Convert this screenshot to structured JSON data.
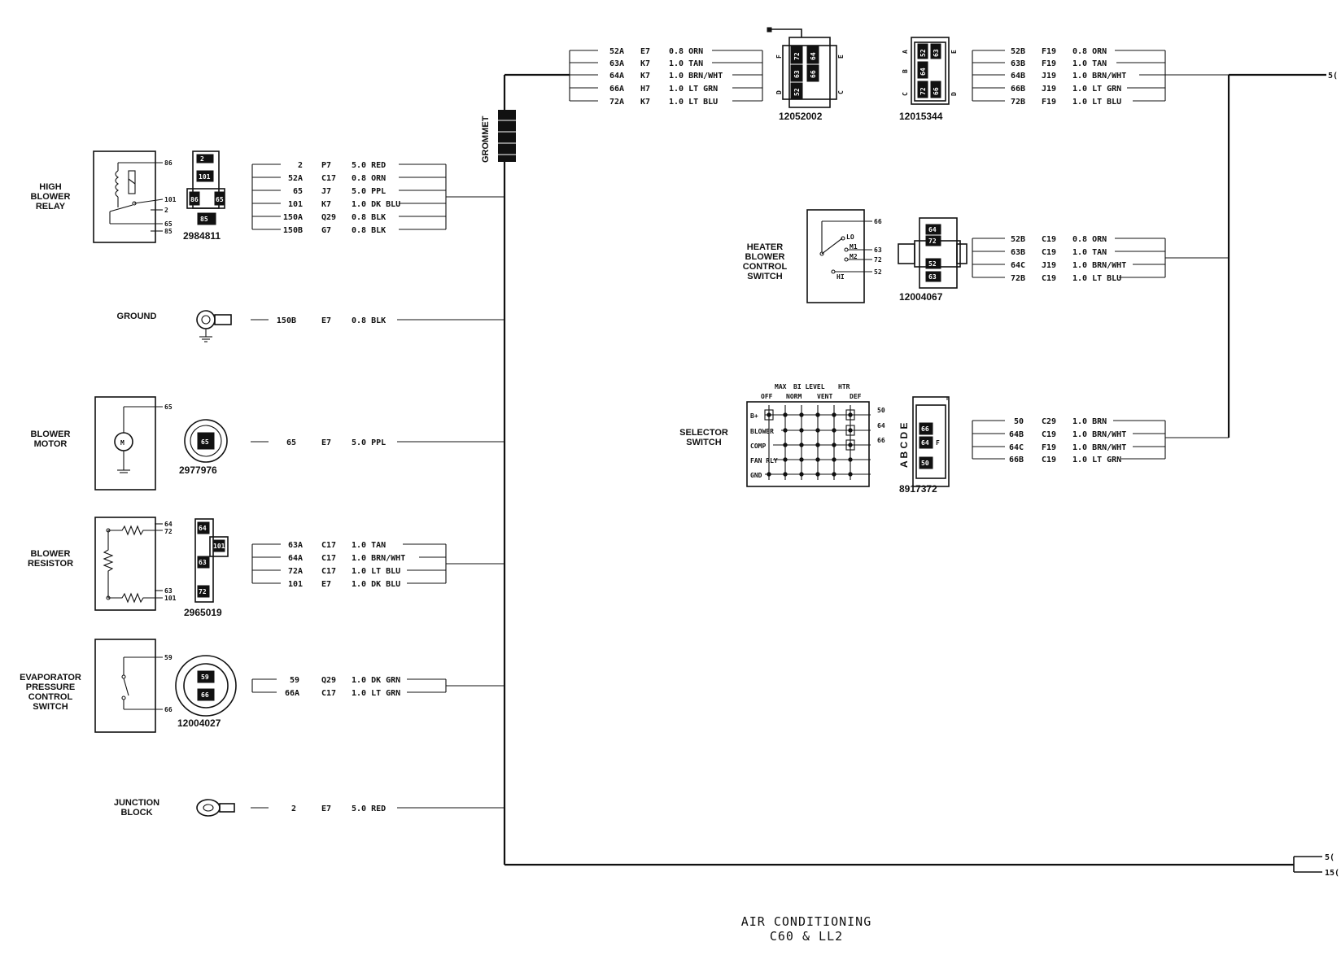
{
  "title": {
    "line1": "AIR CONDITIONING",
    "line2": "C60 & LL2"
  },
  "grommet": "GROMMET",
  "offpage": {
    "top": "5(",
    "bottom1": "5(",
    "bottom2": "15("
  },
  "components": {
    "high_blower_relay": {
      "label": [
        "HIGH",
        "BLOWER",
        "RELAY"
      ],
      "part": "2984811",
      "pins": [
        "2",
        "101",
        "85",
        "86"
      ]
    },
    "ground": {
      "label": [
        "GROUND"
      ]
    },
    "blower_motor": {
      "label": [
        "BLOWER",
        "MOTOR"
      ],
      "part": "2977976",
      "pins": [
        "65"
      ]
    },
    "blower_resistor": {
      "label": [
        "BLOWER",
        "RESISTOR"
      ],
      "part": "2965019",
      "pins": [
        "64",
        "72",
        "63",
        "101"
      ]
    },
    "evap_switch": {
      "label": [
        "EVAPORATOR",
        "PRESSURE",
        "CONTROL",
        "SWITCH"
      ],
      "part": "12004027",
      "pins": [
        "59",
        "66"
      ]
    },
    "junction_block": {
      "label": [
        "JUNCTION",
        "BLOCK"
      ]
    },
    "conn_top1": {
      "part": "12052002",
      "pins": [
        "72",
        "64",
        "63",
        "66",
        "52"
      ],
      "letters": [
        "F",
        "E",
        "D",
        "C"
      ]
    },
    "conn_top2": {
      "part": "12015344",
      "pins": [
        "52",
        "63",
        "64",
        "72",
        "66"
      ],
      "letters": [
        "A",
        "B",
        "C",
        "D",
        "E"
      ]
    },
    "heater_switch": {
      "label": [
        "HEATER",
        "BLOWER",
        "CONTROL",
        "SWITCH"
      ],
      "part": "12004067",
      "pos": [
        "LO",
        "M1",
        "M2",
        "HI"
      ],
      "pins": [
        "66",
        "63",
        "72",
        "52"
      ],
      "cpins": [
        "64",
        "72",
        "52",
        "63"
      ]
    },
    "selector_switch": {
      "label": [
        "SELECTOR",
        "SWITCH"
      ],
      "part": "8917372",
      "modes_top": [
        "MAX",
        "BI LEVEL",
        "HTR"
      ],
      "modes_bot": [
        "OFF",
        "NORM",
        "VENT",
        "DEF"
      ],
      "rows": [
        "B+",
        "BLOWER",
        "COMP",
        "FAN RLY",
        "GND"
      ],
      "pins": [
        "50",
        "64",
        "66"
      ],
      "letters": [
        "A",
        "B",
        "C",
        "D",
        "E"
      ],
      "cpins": [
        "66",
        "64",
        "50"
      ]
    }
  },
  "wires": {
    "relay": [
      [
        "2",
        "P7",
        "5.0 RED"
      ],
      [
        "52A",
        "C17",
        "0.8 ORN"
      ],
      [
        "65",
        "J7",
        "5.0 PPL"
      ],
      [
        "101",
        "K7",
        "1.0 DK BLU"
      ],
      [
        "150A",
        "Q29",
        "0.8 BLK"
      ],
      [
        "150B",
        "G7",
        "0.8 BLK"
      ]
    ],
    "ground": [
      [
        "150B",
        "E7",
        "0.8 BLK"
      ]
    ],
    "motor": [
      [
        "65",
        "E7",
        "5.0 PPL"
      ]
    ],
    "resistor": [
      [
        "63A",
        "C17",
        "1.0 TAN"
      ],
      [
        "64A",
        "C17",
        "1.0 BRN/WHT"
      ],
      [
        "72A",
        "C17",
        "1.0 LT BLU"
      ],
      [
        "101",
        "E7",
        "1.0 DK BLU"
      ]
    ],
    "evap": [
      [
        "59",
        "Q29",
        "1.0 DK GRN"
      ],
      [
        "66A",
        "C17",
        "1.0 LT GRN"
      ]
    ],
    "junction": [
      [
        "2",
        "E7",
        "5.0 RED"
      ]
    ],
    "top1": [
      [
        "52A",
        "E7",
        "0.8 ORN"
      ],
      [
        "63A",
        "K7",
        "1.0 TAN"
      ],
      [
        "64A",
        "K7",
        "1.0 BRN/WHT"
      ],
      [
        "66A",
        "H7",
        "1.0 LT GRN"
      ],
      [
        "72A",
        "K7",
        "1.0 LT BLU"
      ]
    ],
    "top2": [
      [
        "52B",
        "F19",
        "0.8 ORN"
      ],
      [
        "63B",
        "F19",
        "1.0 TAN"
      ],
      [
        "64B",
        "J19",
        "1.0 BRN/WHT"
      ],
      [
        "66B",
        "J19",
        "1.0 LT GRN"
      ],
      [
        "72B",
        "F19",
        "1.0 LT BLU"
      ]
    ],
    "heater": [
      [
        "52B",
        "C19",
        "0.8 ORN"
      ],
      [
        "63B",
        "C19",
        "1.0 TAN"
      ],
      [
        "64C",
        "J19",
        "1.0 BRN/WHT"
      ],
      [
        "72B",
        "C19",
        "1.0 LT BLU"
      ]
    ],
    "selector": [
      [
        "50",
        "C29",
        "1.0 BRN"
      ],
      [
        "64B",
        "C19",
        "1.0 BRN/WHT"
      ],
      [
        "64C",
        "F19",
        "1.0 BRN/WHT"
      ],
      [
        "66B",
        "C19",
        "1.0 LT GRN"
      ]
    ]
  }
}
